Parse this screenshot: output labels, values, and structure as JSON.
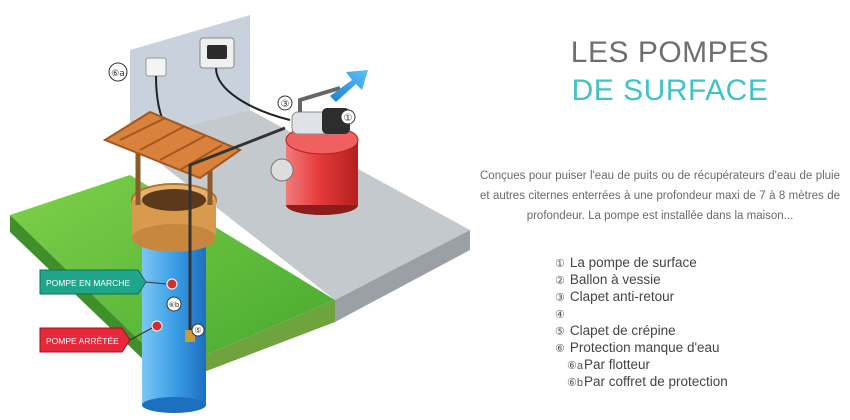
{
  "title": {
    "line1": "LES POMPES",
    "line2": "DE SURFACE"
  },
  "description": "Conçues pour puiser l'eau de puits ou de récupérateurs d'eau de pluie et autres citernes enterrées à une profondeur maxi de 7 à 8 mètres de profondeur. La pompe est installée dans la maison...",
  "legend": [
    {
      "mark": "①",
      "label": "La pompe de surface"
    },
    {
      "mark": "②",
      "label": "Ballon à vessie"
    },
    {
      "mark": "③",
      "label": "Clapet anti-retour"
    },
    {
      "mark": "④",
      "label": ""
    },
    {
      "mark": "⑤",
      "label": "Clapet de crépine"
    },
    {
      "mark": "⑥",
      "label": "Protection manque d'eau"
    },
    {
      "mark": "⑥a",
      "label": "Par flotteur"
    },
    {
      "mark": "⑥b",
      "label": "Par coffret de protection"
    }
  ],
  "diagram": {
    "badge_on": "POMPE EN MARCHE",
    "badge_off": "POMPE ARRÊTÉE",
    "callouts": [
      "①",
      "③",
      "⑥a",
      "⑥b",
      "⑤"
    ],
    "colors": {
      "title_gray": "#6f6f6f",
      "title_teal": "#3fc3c5",
      "pump_red": "#e03a3a",
      "water_blue": "#2f8fe0",
      "grass_green": "#5fbf3a",
      "badge_on": "#1fa58a",
      "badge_off": "#e6283a",
      "arrow_blue": "#2f9be8"
    }
  }
}
